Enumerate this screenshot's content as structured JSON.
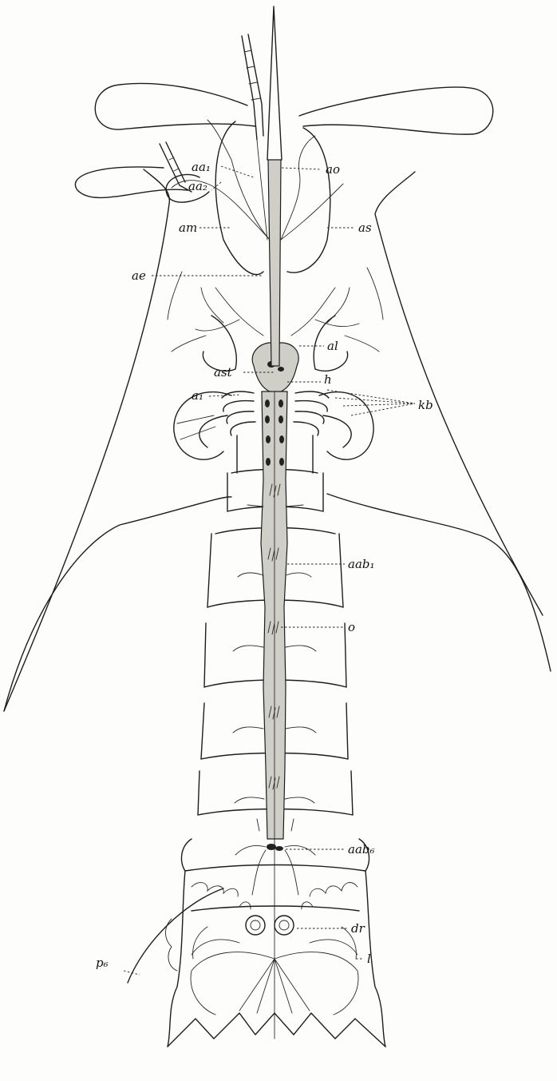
{
  "labels": {
    "aa1": "aa₁",
    "aa2": "aa₂",
    "ao": "ao",
    "am": "am",
    "as": "as",
    "ae": "ae",
    "al": "al",
    "ast": "ast",
    "h": "h",
    "a1": "a₁",
    "kb": "kb",
    "aab1": "aab₁",
    "o": "o",
    "aab6": "aab₆",
    "p6": "p₆",
    "dr": "dr",
    "l": "l"
  }
}
